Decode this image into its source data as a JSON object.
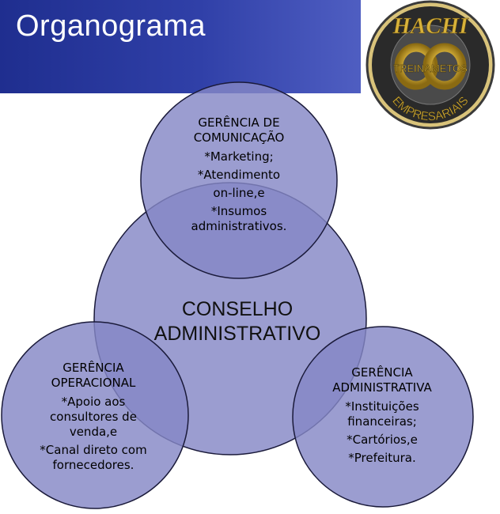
{
  "header": {
    "title": "Organograma"
  },
  "logo": {
    "top_text": "HACHI",
    "middle_text": "TREINAMETOS",
    "bottom_text": "EMPRESARIAIS",
    "colors": {
      "gold": "#d8b23a",
      "dark": "#2a2a2a",
      "ring": "#3a3a3a"
    }
  },
  "colors": {
    "header_dark": "#1f2e8f",
    "header_light": "#6b78cf",
    "circle_fill": "#8587c6",
    "circle_stroke": "#1a1a3a"
  },
  "diagram": {
    "center": {
      "line1": "CONSELHO",
      "line2": "ADMINISTRATIVO"
    },
    "top": {
      "title1": "GERÊNCIA DE",
      "title2": "COMUNICAÇÃO",
      "items": [
        "*Marketing;",
        "*Atendimento",
        "on-line,e",
        "*Insumos",
        "administrativos."
      ]
    },
    "left": {
      "title1": "GERÊNCIA",
      "title2": "OPERACIONAL",
      "items": [
        "*Apoio aos",
        "consultores de",
        "venda,e",
        "*Canal direto com",
        "fornecedores."
      ]
    },
    "right": {
      "title1": "GERÊNCIA",
      "title2": "ADMINISTRATIVA",
      "items": [
        "*Instituições",
        "financeiras;",
        "*Cartórios,e",
        "*Prefeitura."
      ]
    }
  }
}
